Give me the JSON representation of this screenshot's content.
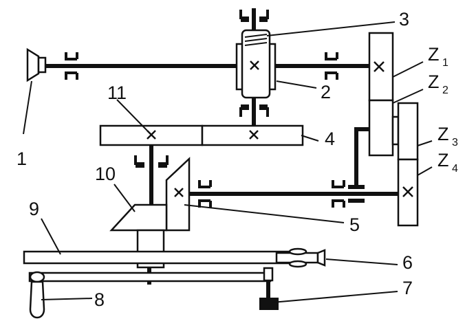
{
  "labels": {
    "l1": "1",
    "l2": "2",
    "l3": "3",
    "l4": "4",
    "l5": "5",
    "l6": "6",
    "l7": "7",
    "l8": "8",
    "l9": "9",
    "l10": "10",
    "l11": "11",
    "z1": "Z",
    "z1_sub": "1",
    "z2": "Z",
    "z2_sub": "2",
    "z3": "Z",
    "z3_sub": "3",
    "z4": "Z",
    "z4_sub": "4"
  },
  "colors": {
    "ink": "#111111",
    "background": "#ffffff"
  }
}
